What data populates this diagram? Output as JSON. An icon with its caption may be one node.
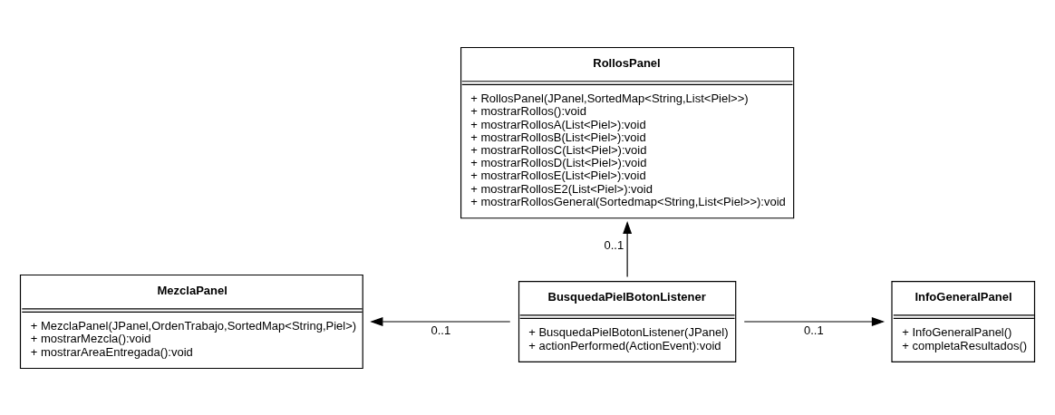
{
  "diagram": {
    "nodes": [
      {
        "text": [
          "RollosPanel",
          "+ RollosPanel(JPanel,SortedMap<String,List<Piel>>)",
          "+ mostrarRollos():void",
          "+ mostrarRollosA(List<Piel>):void",
          "+ mostrarRollosB(List<Piel>):void",
          "+ mostrarRollosC(List<Piel>):void",
          "+ mostrarRollosD(List<Piel>):void",
          "+ mostrarRollosE(List<Piel>):void",
          "+ mostrarRollosE2(List<Piel>):void",
          "+ mostrarRollosGeneral(Sortedmap<String,List<Piel>>):void"
        ]
      },
      {
        "text": [
          "MezclaPanel",
          "+ MezclaPanel(JPanel,OrdenTrabajo,SortedMap<String,Piel>)",
          "+ mostrarMezcla():void",
          "+ mostrarAreaEntregada():void"
        ]
      },
      {
        "text": [
          "BusquedaPielBotonListener",
          "+ BusquedaPielBotonListener(JPanel)",
          "+ actionPerformed(ActionEvent):void"
        ]
      },
      {
        "text": [
          "InfoGeneralPanel",
          "+ InfoGeneralPanel()",
          "+ completaResultados()"
        ]
      }
    ],
    "edges": [
      {
        "from": 2,
        "to": 0,
        "arrow": "to",
        "label": "0..1"
      },
      {
        "from": 2,
        "to": 1,
        "arrow": "to",
        "label": "0..1"
      },
      {
        "from": 2,
        "to": 3,
        "arrow": "to",
        "label": "0..1"
      }
    ]
  }
}
